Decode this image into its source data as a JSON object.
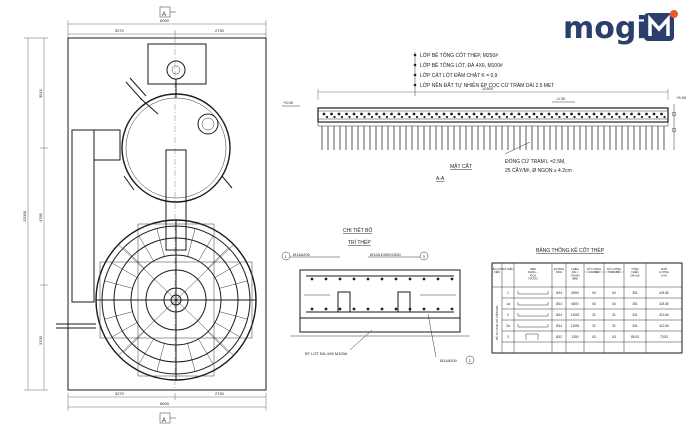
{
  "brand": {
    "name": "mogi",
    "color": "#2c3e6b",
    "accent": "#e85a2c"
  },
  "plan": {
    "section_marker": "A",
    "dim_top_total": "6000",
    "dim_top_left": "3270",
    "dim_top_right": "2730",
    "dim_bottom_total": "6000",
    "dim_bottom_left": "3270",
    "dim_bottom_right": "2730",
    "dim_left_total": "12000",
    "dim_left_seg1": "3515",
    "dim_left_seg2": "4785",
    "dim_left_seg3": "3700"
  },
  "section": {
    "title": "MẶT CẮT",
    "subtitle": "A-A",
    "layers": [
      "LỚP BÊ TÔNG CỐT THÉP, M250#",
      "LỚP BÊ TÔNG LÓT, ĐÁ 4X6, M100#",
      "LỚP CÁT LÓT ĐẦM CHẶT K = 0,9",
      "LỚP NỀN ĐẤT TỰ NHIÊN ÉP CỌC CỪ TRÀM DÀI 2.5 MET"
    ],
    "pile_note_1": "ĐÓNG CỪ TRÀM L =2.5M,",
    "pile_note_2": "25 CÂY/M², Ø NGỌN ≥ 4.2cm",
    "dim_total": "10500",
    "level_left": "+5.00",
    "level_mid": "-0.30",
    "level_right": "+5.00"
  },
  "detail": {
    "title": "CHI TIẾT BỐ",
    "subtitle": "TRÍ THÉP",
    "rebar_1": "Ø14A200",
    "rebar_3": "Ø12A1000X1000",
    "rebar_2": "Ø14A200",
    "lean_concrete": "BT LÓT ĐÁ 4X6 M100#",
    "tag_1": "1",
    "tag_2": "2",
    "tag_3": "3"
  },
  "table": {
    "title": "BẢNG THỐNG KÊ CỐT THÉP",
    "headers": [
      "TÊN CẤU KIỆN",
      "SỐ HIỆU",
      "HÌNH DẠNG – KÍCH THƯỚC",
      "ĐƯỜNG KÍNH",
      "CHIỀU DÀI 1 THANH (MM)",
      "SỐ LƯỢNG 1 C.KIỆN",
      "SỐ LƯỢNG TOÀN BỘ",
      "TỔNG CHIỀU DÀI (M)",
      "KHỐI LƯỢNG (KG)"
    ],
    "group_label": "BỂ TỰ HOẠI CÓ TẤM ĐAN",
    "rows": [
      {
        "no": "1",
        "dia": "Ø14",
        "len": "6500",
        "qty1": "54",
        "qtyall": "54",
        "total_len": "351",
        "weight": "424.80"
      },
      {
        "no": "1a",
        "dia": "Ø14",
        "len": "6500",
        "qty1": "54",
        "qtyall": "54",
        "total_len": "351",
        "weight": "424.80"
      },
      {
        "no": "2",
        "dia": "Ø14",
        "len": "11000",
        "qty1": "31",
        "qtyall": "31",
        "total_len": "341",
        "weight": "412.60"
      },
      {
        "no": "2a",
        "dia": "Ø14",
        "len": "11000",
        "qty1": "31",
        "qtyall": "31",
        "total_len": "341",
        "weight": "412.60"
      },
      {
        "no": "3",
        "dia": "Ø12",
        "len": "1350",
        "qty1": "63",
        "qtyall": "63",
        "total_len": "85.05",
        "weight": "75.52"
      }
    ]
  }
}
